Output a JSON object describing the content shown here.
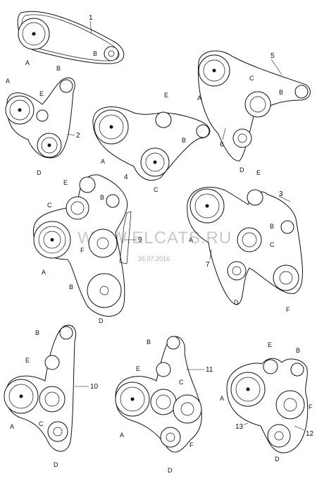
{
  "watermark": {
    "brand": "WWW.ELCATS.RU",
    "date": "26.07.2016"
  },
  "diagrams": [
    {
      "id": "belt-1",
      "number": "1",
      "labels": [
        "A",
        "B"
      ]
    },
    {
      "id": "belt-2",
      "number": "2",
      "labels": [
        "A",
        "E",
        "B",
        "D"
      ]
    },
    {
      "id": "belt-4",
      "number": "4",
      "labels": [
        "E",
        "A",
        "B",
        "C"
      ]
    },
    {
      "id": "belt-5",
      "number": "5",
      "labels": [
        "A",
        "C",
        "B",
        "D"
      ],
      "extra": "6"
    },
    {
      "id": "belt-9",
      "number": "9",
      "labels": [
        "E",
        "C",
        "B",
        "A",
        "F",
        "B",
        "D"
      ]
    },
    {
      "id": "belt-3",
      "number": "3",
      "labels": [
        "E",
        "A",
        "B",
        "C",
        "D",
        "F"
      ],
      "extra": "7"
    },
    {
      "id": "belt-10",
      "number": "10",
      "labels": [
        "B",
        "E",
        "A",
        "C",
        "D"
      ]
    },
    {
      "id": "belt-11",
      "number": "11",
      "labels": [
        "B",
        "E",
        "A",
        "C",
        "F",
        "D"
      ]
    },
    {
      "id": "belt-13",
      "number": "13",
      "labels": [
        "E",
        "B",
        "A",
        "F",
        "D"
      ],
      "extra": "12"
    }
  ]
}
